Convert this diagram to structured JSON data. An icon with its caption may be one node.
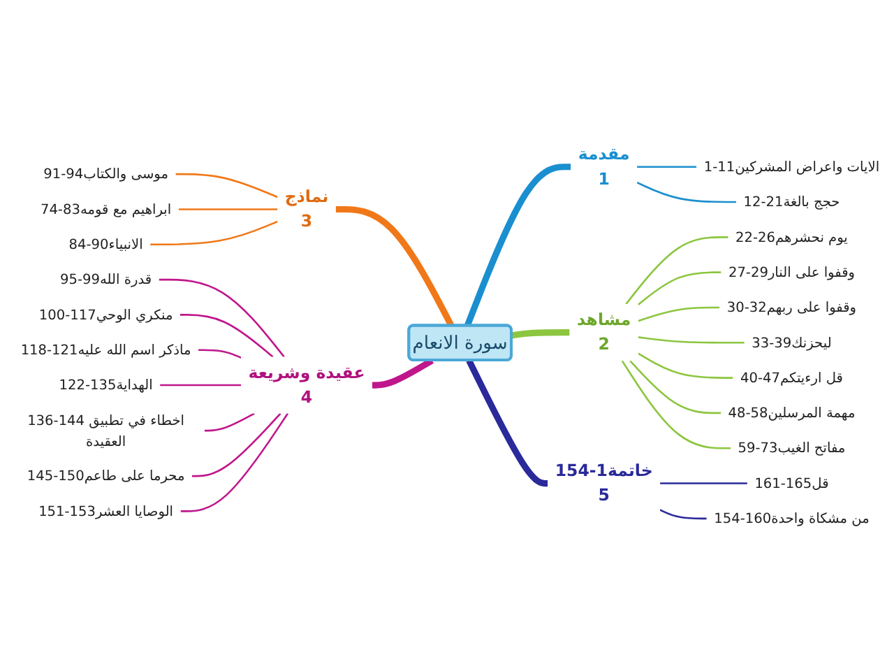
{
  "diagram": {
    "nodes": [
      {
        "text": [
          "سورة الانعام"
        ]
      },
      {
        "text": [
          "مقدمة",
          "1"
        ]
      },
      {
        "text": [
          "1-11الايات واعراض المشركين"
        ]
      },
      {
        "text": [
          "12-21حجج بالغة"
        ]
      },
      {
        "text": [
          "مشاهد",
          "2"
        ]
      },
      {
        "text": [
          "22-26يوم نحشرهم"
        ]
      },
      {
        "text": [
          "27-29وقفوا على النار"
        ]
      },
      {
        "text": [
          "30-32وقفوا على ربهم"
        ]
      },
      {
        "text": [
          "33-39ليحزنك"
        ]
      },
      {
        "text": [
          "40-47قل ارءيتكم"
        ]
      },
      {
        "text": [
          "48-58مهمة المرسلين"
        ]
      },
      {
        "text": [
          "59-73مفاتح الغيب"
        ]
      },
      {
        "text": [
          "نماذج",
          "3"
        ]
      },
      {
        "text": [
          "91-94موسى والكتاب"
        ]
      },
      {
        "text": [
          "74-83ابراهيم مع قومه"
        ]
      },
      {
        "text": [
          "84-90الانبياء"
        ]
      },
      {
        "text": [
          "عقيدة وشريعة",
          "4"
        ]
      },
      {
        "text": [
          "95-99قدرة الله"
        ]
      },
      {
        "text": [
          "100-117منكري الوحي"
        ]
      },
      {
        "text": [
          "118-121ماذكر اسم الله عليه"
        ]
      },
      {
        "text": [
          "122-135الهداية"
        ]
      },
      {
        "text": [
          "136-144اخطاء في تطبيق العقيدة"
        ]
      },
      {
        "text": [
          "145-150محرما على طاعم"
        ]
      },
      {
        "text": [
          "151-153الوصايا العشر"
        ]
      },
      {
        "text": [
          "154-1خاتمة",
          "5"
        ]
      },
      {
        "text": [
          "161-165قل"
        ]
      },
      {
        "text": [
          "154-160من مشكاة واحدة"
        ]
      }
    ],
    "edges": [
      {
        "from": 0,
        "to": 1,
        "arrow": "none",
        "style": "thick",
        "color": "#1a8fd0"
      },
      {
        "from": 0,
        "to": 4,
        "arrow": "none",
        "style": "thick",
        "color": "#8cc63f"
      },
      {
        "from": 12,
        "to": 0,
        "arrow": "none",
        "style": "thick",
        "color": "#f07818"
      },
      {
        "from": 16,
        "to": 0,
        "arrow": "none",
        "style": "thick",
        "color": "#c0168c"
      },
      {
        "from": 0,
        "to": 24,
        "arrow": "none",
        "style": "thick",
        "color": "#2a2a9a"
      },
      {
        "from": 1,
        "to": 2,
        "arrow": "none",
        "color": "#1a8fd0"
      },
      {
        "from": 1,
        "to": 3,
        "arrow": "none",
        "color": "#1a8fd0"
      },
      {
        "from": 4,
        "to": 5,
        "arrow": "none",
        "color": "#8cc63f"
      },
      {
        "from": 4,
        "to": 6,
        "arrow": "none",
        "color": "#8cc63f"
      },
      {
        "from": 4,
        "to": 7,
        "arrow": "none",
        "color": "#8cc63f"
      },
      {
        "from": 4,
        "to": 8,
        "arrow": "none",
        "color": "#8cc63f"
      },
      {
        "from": 4,
        "to": 9,
        "arrow": "none",
        "color": "#8cc63f"
      },
      {
        "from": 4,
        "to": 10,
        "arrow": "none",
        "color": "#8cc63f"
      },
      {
        "from": 4,
        "to": 11,
        "arrow": "none",
        "color": "#8cc63f"
      },
      {
        "from": 13,
        "to": 12,
        "arrow": "none",
        "color": "#f07818"
      },
      {
        "from": 14,
        "to": 12,
        "arrow": "none",
        "color": "#f07818"
      },
      {
        "from": 15,
        "to": 12,
        "arrow": "none",
        "color": "#f07818"
      },
      {
        "from": 17,
        "to": 16,
        "arrow": "none",
        "color": "#c0168c"
      },
      {
        "from": 18,
        "to": 16,
        "arrow": "none",
        "color": "#c0168c"
      },
      {
        "from": 19,
        "to": 16,
        "arrow": "none",
        "color": "#c0168c"
      },
      {
        "from": 20,
        "to": 16,
        "arrow": "none",
        "color": "#c0168c"
      },
      {
        "from": 21,
        "to": 16,
        "arrow": "none",
        "color": "#c0168c"
      },
      {
        "from": 22,
        "to": 16,
        "arrow": "none",
        "color": "#c0168c"
      },
      {
        "from": 23,
        "to": 16,
        "arrow": "none",
        "color": "#c0168c"
      },
      {
        "from": 24,
        "to": 25,
        "arrow": "none",
        "color": "#2a2a9a"
      },
      {
        "from": 24,
        "to": 26,
        "arrow": "none",
        "color": "#2a2a9a"
      }
    ]
  }
}
